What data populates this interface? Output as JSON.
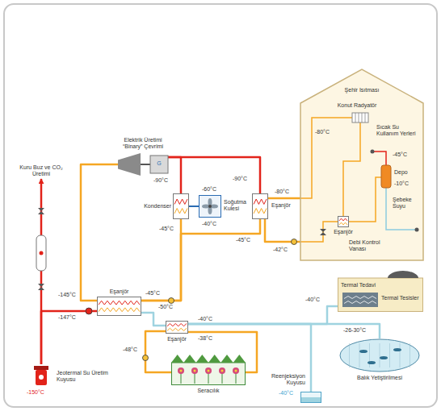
{
  "diagram": {
    "nodes": [
      {
        "text": [
          "Şehir Isıtması"
        ]
      },
      {
        "text": [
          "Eşanjör"
        ],
        "in": 0
      },
      {
        "text": [
          "Elektrik Üretimi “Binary” Çevrimi",
          "G"
        ]
      },
      {
        "text": [
          "Kuru Buz ve CO₂ Üretimi"
        ]
      },
      {
        "text": [
          "Kondenser"
        ]
      },
      {
        "text": [
          "Soğutma Kulesi"
        ]
      },
      {
        "text": [
          "Eşanjör"
        ]
      },
      {
        "text": [
          "Eşanjör"
        ]
      },
      {
        "text": [
          "Eşanjör"
        ]
      },
      {
        "text": [
          "Termal Tedavi",
          "Termal Tesisler"
        ]
      },
      {
        "text": [
          "Seracılık"
        ]
      },
      {
        "text": [
          "Balık Yetiştirilmesi"
        ]
      },
      {
        "text": [
          "Reenjeksiyon Kuyusu"
        ]
      },
      {
        "text": [
          "Jeotermal Su Üretim Kuyusu"
        ]
      }
    ],
    "edges": [
      {
        "from": 13,
        "to": 3,
        "arrow": "to"
      },
      {
        "from": 13,
        "to": 7,
        "arrow": "none"
      },
      {
        "from": 7,
        "to": 2,
        "arrow": "none"
      },
      {
        "from": 2,
        "to": 4,
        "arrow": "none"
      },
      {
        "from": 2,
        "to": 6,
        "arrow": "none"
      },
      {
        "from": 4,
        "to": 5,
        "arrow": "none"
      },
      {
        "from": 4,
        "to": 7,
        "arrow": "none"
      },
      {
        "from": 6,
        "to": 7,
        "arrow": "none"
      },
      {
        "from": 6,
        "to": 0,
        "arrow": "none"
      },
      {
        "from": 0,
        "to": 6,
        "arrow": "none"
      },
      {
        "from": 7,
        "to": 8,
        "arrow": "none"
      },
      {
        "from": 8,
        "to": 10,
        "arrow": "none"
      },
      {
        "from": 10,
        "to": 8,
        "arrow": "none"
      },
      {
        "from": 8,
        "to": 9,
        "arrow": "none"
      },
      {
        "from": 8,
        "to": 11,
        "arrow": "none"
      },
      {
        "from": 8,
        "to": 12,
        "arrow": "none"
      }
    ],
    "labels": [
      "-150°C",
      "-145°C",
      "-147°C",
      "-45°C",
      "-50°C",
      "-90°C",
      "-45°C",
      "-60°C",
      "-40°C",
      "-90°C",
      "-45°C",
      "-80°C",
      "-42°C",
      "-80°C",
      "Konut Radyatör",
      "Sıcak Su Kullanım Yerleri",
      "-45°C",
      "Depo",
      "-10°C",
      "Şebeke Suyu",
      "Debi Kontrol Vanası",
      "-40°C",
      "-38°C",
      "-48°C",
      "-40°C",
      "-26-30°C",
      "-40°C"
    ]
  }
}
